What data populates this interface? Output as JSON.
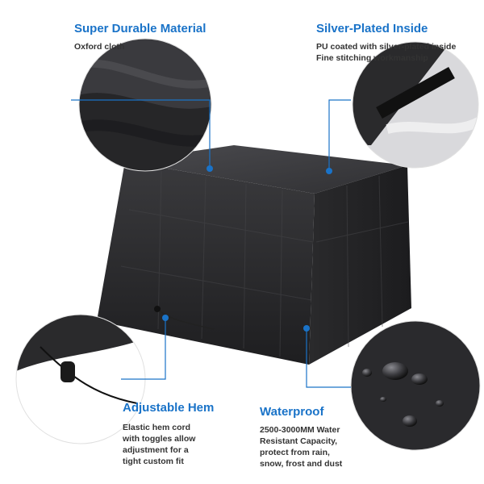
{
  "features": {
    "material": {
      "title": "Super Durable Material",
      "lines": [
        "Oxford cloth"
      ]
    },
    "silver": {
      "title": "Silver-Plated Inside",
      "lines": [
        "PU coated with silver-plated inside",
        "Fine stitching workmanship"
      ]
    },
    "hem": {
      "title": "Adjustable Hem",
      "lines": [
        "Elastic hem cord",
        "with toggles allow",
        "adjustment for a",
        "tight custom fit"
      ]
    },
    "water": {
      "title": "Waterproof",
      "lines": [
        "2500-3000MM Water",
        "Resistant Capacity,",
        "protect from rain,",
        "snow, frost and dust"
      ]
    }
  },
  "colors": {
    "accent": "#1a73c8",
    "cover": "#2b2b2d",
    "text": "#333333"
  }
}
